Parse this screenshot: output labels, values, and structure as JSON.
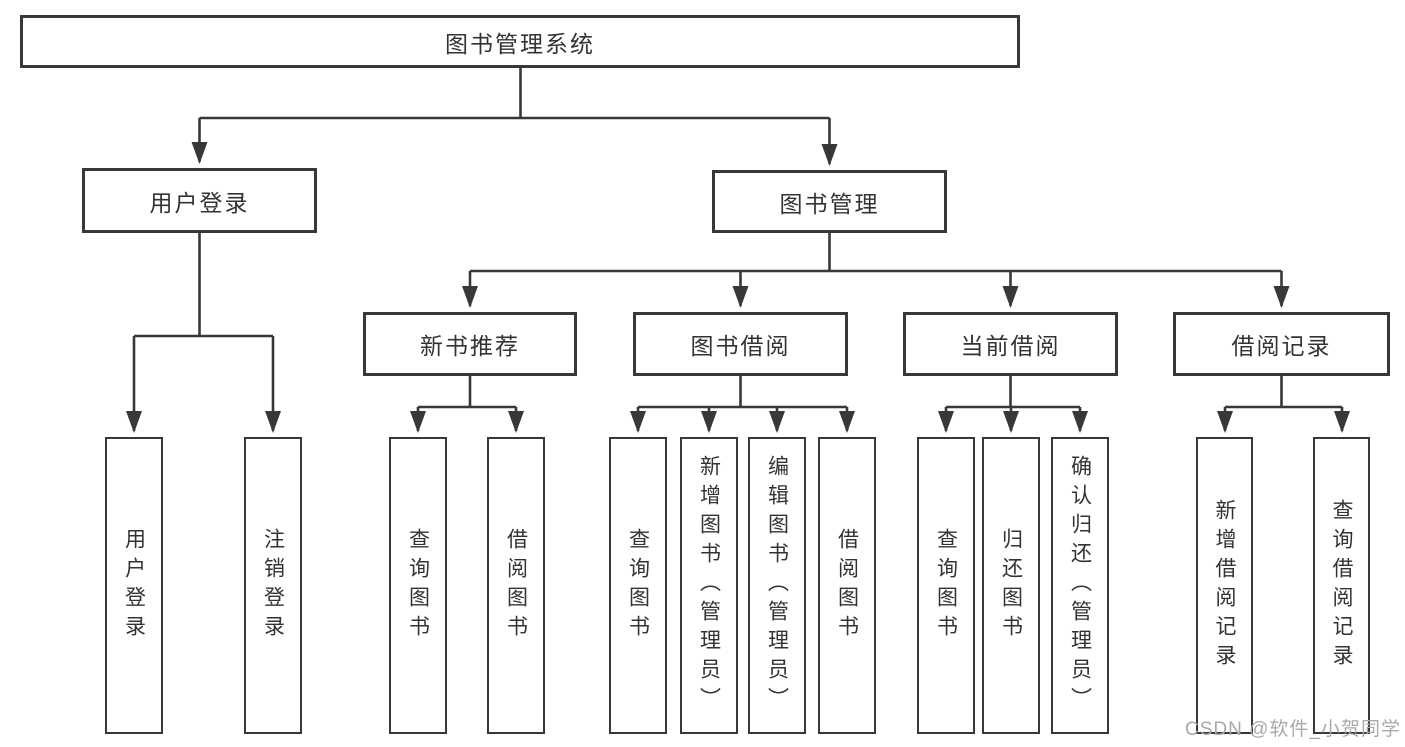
{
  "colors": {
    "line": "#383838",
    "box_border": "#383838",
    "text": "#333333",
    "background": "#ffffff",
    "watermark_text_color": "#a9a9a9"
  },
  "watermark": "CSDN @软件_小贺同学",
  "tree": {
    "root": "图书管理系统",
    "branches": [
      {
        "label": "用户登录",
        "children": [
          "用户登录",
          "注销登录"
        ]
      },
      {
        "label": "图书管理",
        "children": [
          {
            "label": "新书推荐",
            "children": [
              "查询图书",
              "借阅图书"
            ]
          },
          {
            "label": "图书借阅",
            "children": [
              "查询图书",
              "新增图书（管理员）",
              "编辑图书（管理员）",
              "借阅图书"
            ]
          },
          {
            "label": "当前借阅",
            "children": [
              "查询图书",
              "归还图书",
              "确认归还（管理员）"
            ]
          },
          {
            "label": "借阅记录",
            "children": [
              "新增借阅记录",
              "查询借阅记录"
            ]
          }
        ]
      }
    ]
  }
}
